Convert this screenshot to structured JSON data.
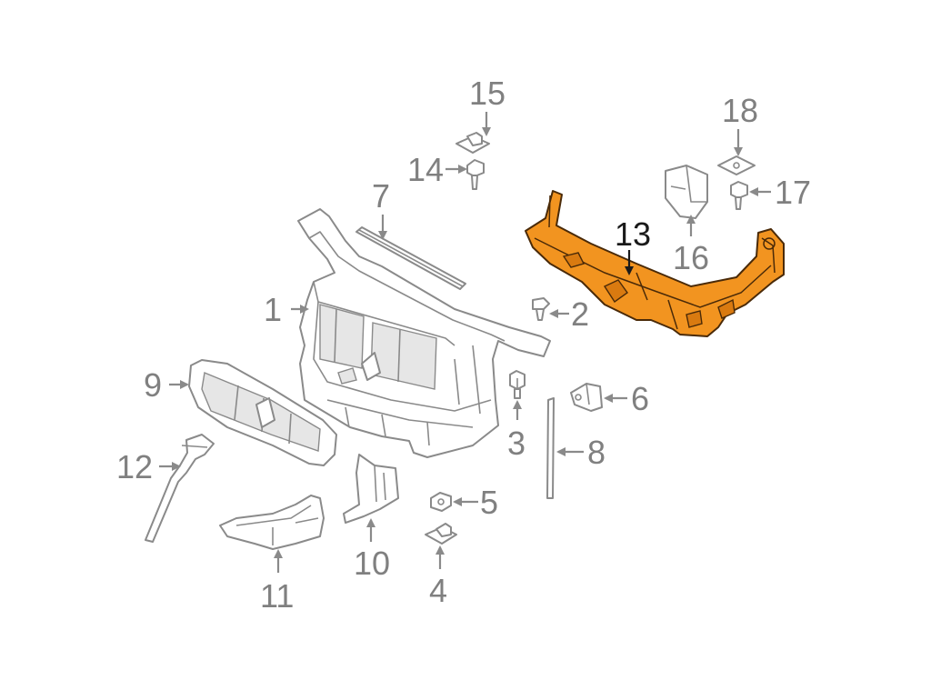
{
  "callouts": {
    "c1": "1",
    "c2": "2",
    "c3": "3",
    "c4": "4",
    "c5": "5",
    "c6": "6",
    "c7": "7",
    "c8": "8",
    "c9": "9",
    "c10": "10",
    "c11": "11",
    "c12": "12",
    "c13": "13",
    "c14": "14",
    "c15": "15",
    "c16": "16",
    "c17": "17",
    "c18": "18"
  },
  "colors": {
    "highlight": "#f29420",
    "line": "#8a8a8a",
    "label": "#808080",
    "label_highlight": "#1a1a1a"
  }
}
